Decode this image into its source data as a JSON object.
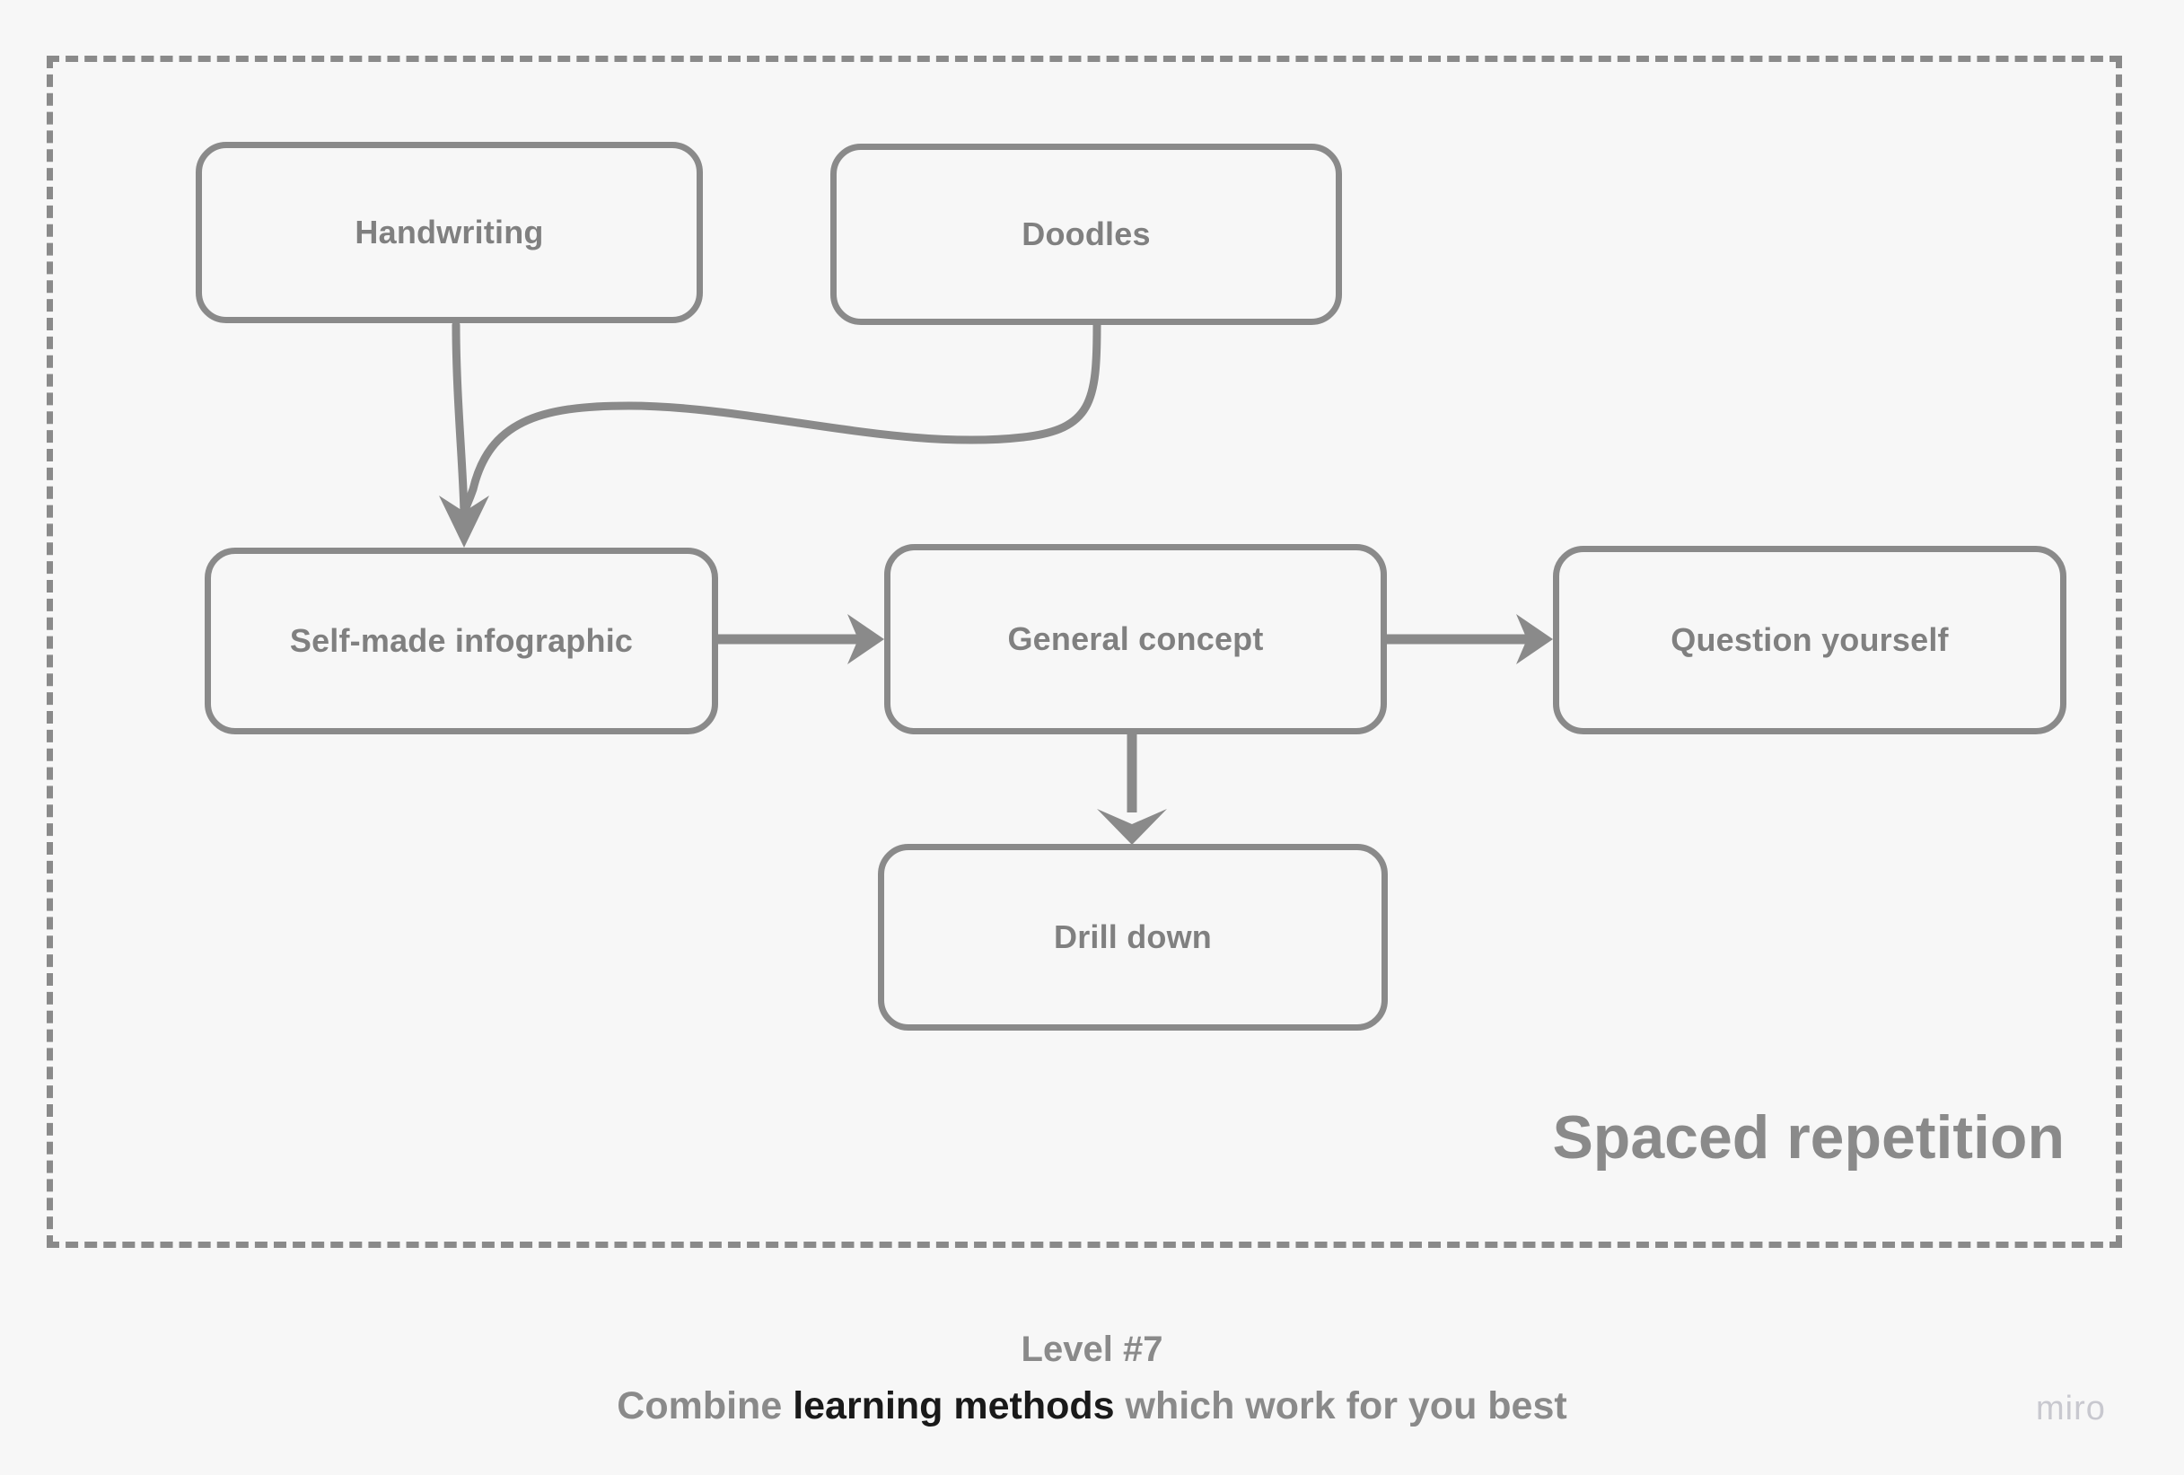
{
  "board": {
    "background_color": "#f7f7f7",
    "frame": {
      "title": "Spaced repetition",
      "border_color": "#8a8a8a",
      "border_style": "dashed"
    }
  },
  "diagram": {
    "type": "flowchart",
    "node_stroke_color": "#8a8a8a",
    "node_text_color": "#808080",
    "connector_color": "#8a8a8a",
    "nodes": [
      {
        "id": "handwriting",
        "label": "Handwriting"
      },
      {
        "id": "doodles",
        "label": "Doodles"
      },
      {
        "id": "self-made-infographic",
        "label": "Self-made infographic"
      },
      {
        "id": "general-concept",
        "label": "General concept"
      },
      {
        "id": "question-yourself",
        "label": "Question yourself"
      },
      {
        "id": "drill-down",
        "label": "Drill down"
      }
    ],
    "edges": [
      {
        "from": "handwriting",
        "to": "self-made-infographic",
        "style": "curved",
        "arrow": "to"
      },
      {
        "from": "doodles",
        "to": "self-made-infographic",
        "style": "curved",
        "arrow": "to"
      },
      {
        "from": "self-made-infographic",
        "to": "general-concept",
        "style": "straight",
        "arrow": "to"
      },
      {
        "from": "general-concept",
        "to": "question-yourself",
        "style": "straight",
        "arrow": "to"
      },
      {
        "from": "general-concept",
        "to": "drill-down",
        "style": "straight",
        "arrow": "to"
      }
    ]
  },
  "caption": {
    "level": "Level #7",
    "subtitle_prefix": "Combine ",
    "subtitle_emphasis": "learning methods",
    "subtitle_suffix": " which work for you best",
    "text_color": "#8a8a8a",
    "emphasis_color": "#1a1a1a"
  },
  "watermark": {
    "label": "miro",
    "color": "#c8c8cf"
  }
}
